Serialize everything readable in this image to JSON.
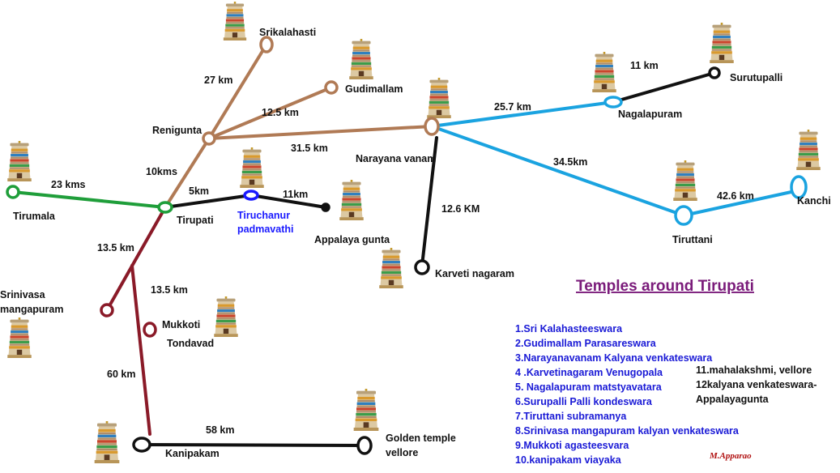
{
  "title": "Temples around Tirupati",
  "author": "M.Apparao",
  "colors": {
    "brown": "#b07a55",
    "blue": "#1aa3e0",
    "green": "#1f9e3a",
    "maroon": "#8a1a28",
    "black": "#111111",
    "title": "#7a1b7a",
    "legend": "#1a1ad6",
    "tiruchanur_label": "#1a1aff"
  },
  "places": {
    "srikalahasti": "Srikalahasti",
    "gudimallam": "Gudimallam",
    "renigunta": "Renigunta",
    "narayana_vanam": "Narayana vanam",
    "nagalapuram": "Nagalapuram",
    "surutupalli": "Surutupalli",
    "tirumala": "Tirumala",
    "tirupati": "Tirupati",
    "tiruchanur_1": "Tiruchanur",
    "tiruchanur_2": "padmavathi",
    "appalaya_gunta": "Appalaya gunta",
    "karveti_nagaram": "Karveti nagaram",
    "tiruttani": "Tiruttani",
    "kanchi": "Kanchi",
    "srinivasa_1": "Srinivasa",
    "srinivasa_2": "mangapuram",
    "mukkoti": "Mukkoti",
    "tondavad": "Tondavad",
    "kanipakam": "Kanipakam",
    "golden_1": "Golden temple",
    "golden_2": "vellore"
  },
  "distances": {
    "renigunta_srikalahasti": "27 km",
    "renigunta_gudimallam": "12.5 km",
    "renigunta_narayanavanam": "31.5 km",
    "tirupati_renigunta": "10kms",
    "tirumala_tirupati": "23 kms",
    "tirupati_tiruchanur": "5km",
    "tiruchanur_appalayagunta": "11km",
    "narayanavanam_nagalapuram": "25.7 km",
    "nagalapuram_surutupalli": "11 km",
    "narayanavanam_tiruttani": "34.5km",
    "tiruttani_kanchi": "42.6 km",
    "narayanavanam_karveti": "12.6 KM",
    "tirupati_srinivasa": "13.5 km",
    "tirupati_mukkoti": "13.5 km",
    "tondavad_kanipakam": "60 km",
    "kanipakam_vellore": "58 km"
  },
  "legend": [
    "1.Sri Kalahasteeswara",
    "2.Gudimallam Parasareswara",
    "3.Narayanavanam Kalyana venkateswara",
    "4 .Karvetinagaram Venugopala",
    "5. Nagalapuram matstyavatara",
    "6.Surupalli Palli kondeswara",
    "7.Tiruttani subramanya",
    "8.Srinivasa mangapuram kalyan venkateswara",
    "9.Mukkoti agasteesvara",
    "10.kanipakam viayaka"
  ],
  "legend_extra": [
    "11.mahalakshmi, vellore",
    "12kalyana venkateswara-",
    "Appalayagunta"
  ]
}
